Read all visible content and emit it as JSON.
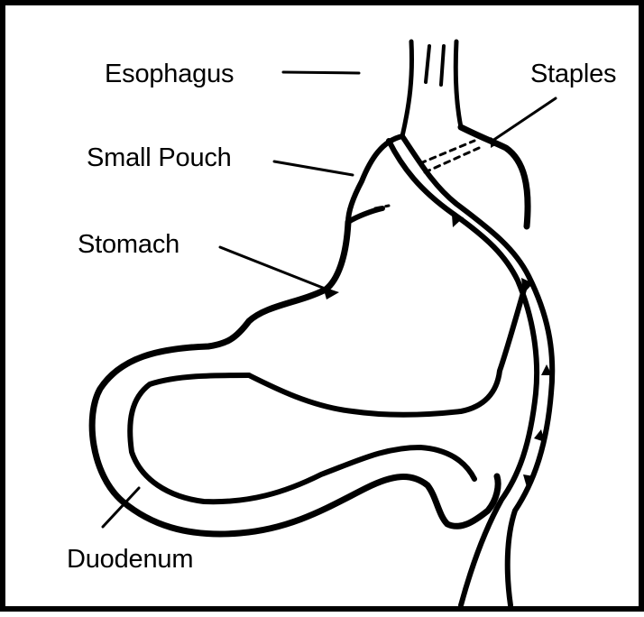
{
  "diagram": {
    "labels": {
      "esophagus": "Esophagus",
      "staples": "Staples",
      "small_pouch": "Small Pouch",
      "stomach": "Stomach",
      "duodenum": "Duodenum"
    },
    "colors": {
      "line": "#000000",
      "background": "#ffffff"
    }
  }
}
